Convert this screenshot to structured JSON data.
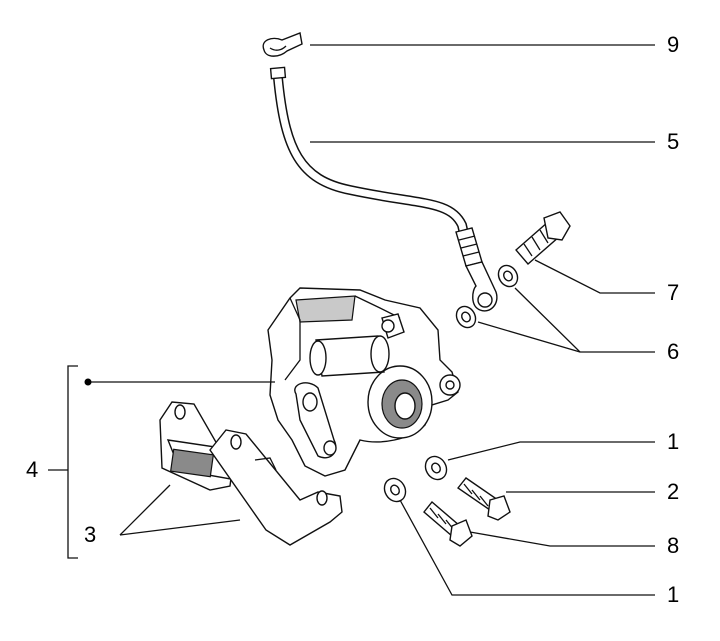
{
  "callouts": {
    "c9": "9",
    "c5": "5",
    "c7": "7",
    "c6": "6",
    "c1a": "1",
    "c2": "2",
    "c8": "8",
    "c1b": "1",
    "c4": "4",
    "c3": "3"
  }
}
